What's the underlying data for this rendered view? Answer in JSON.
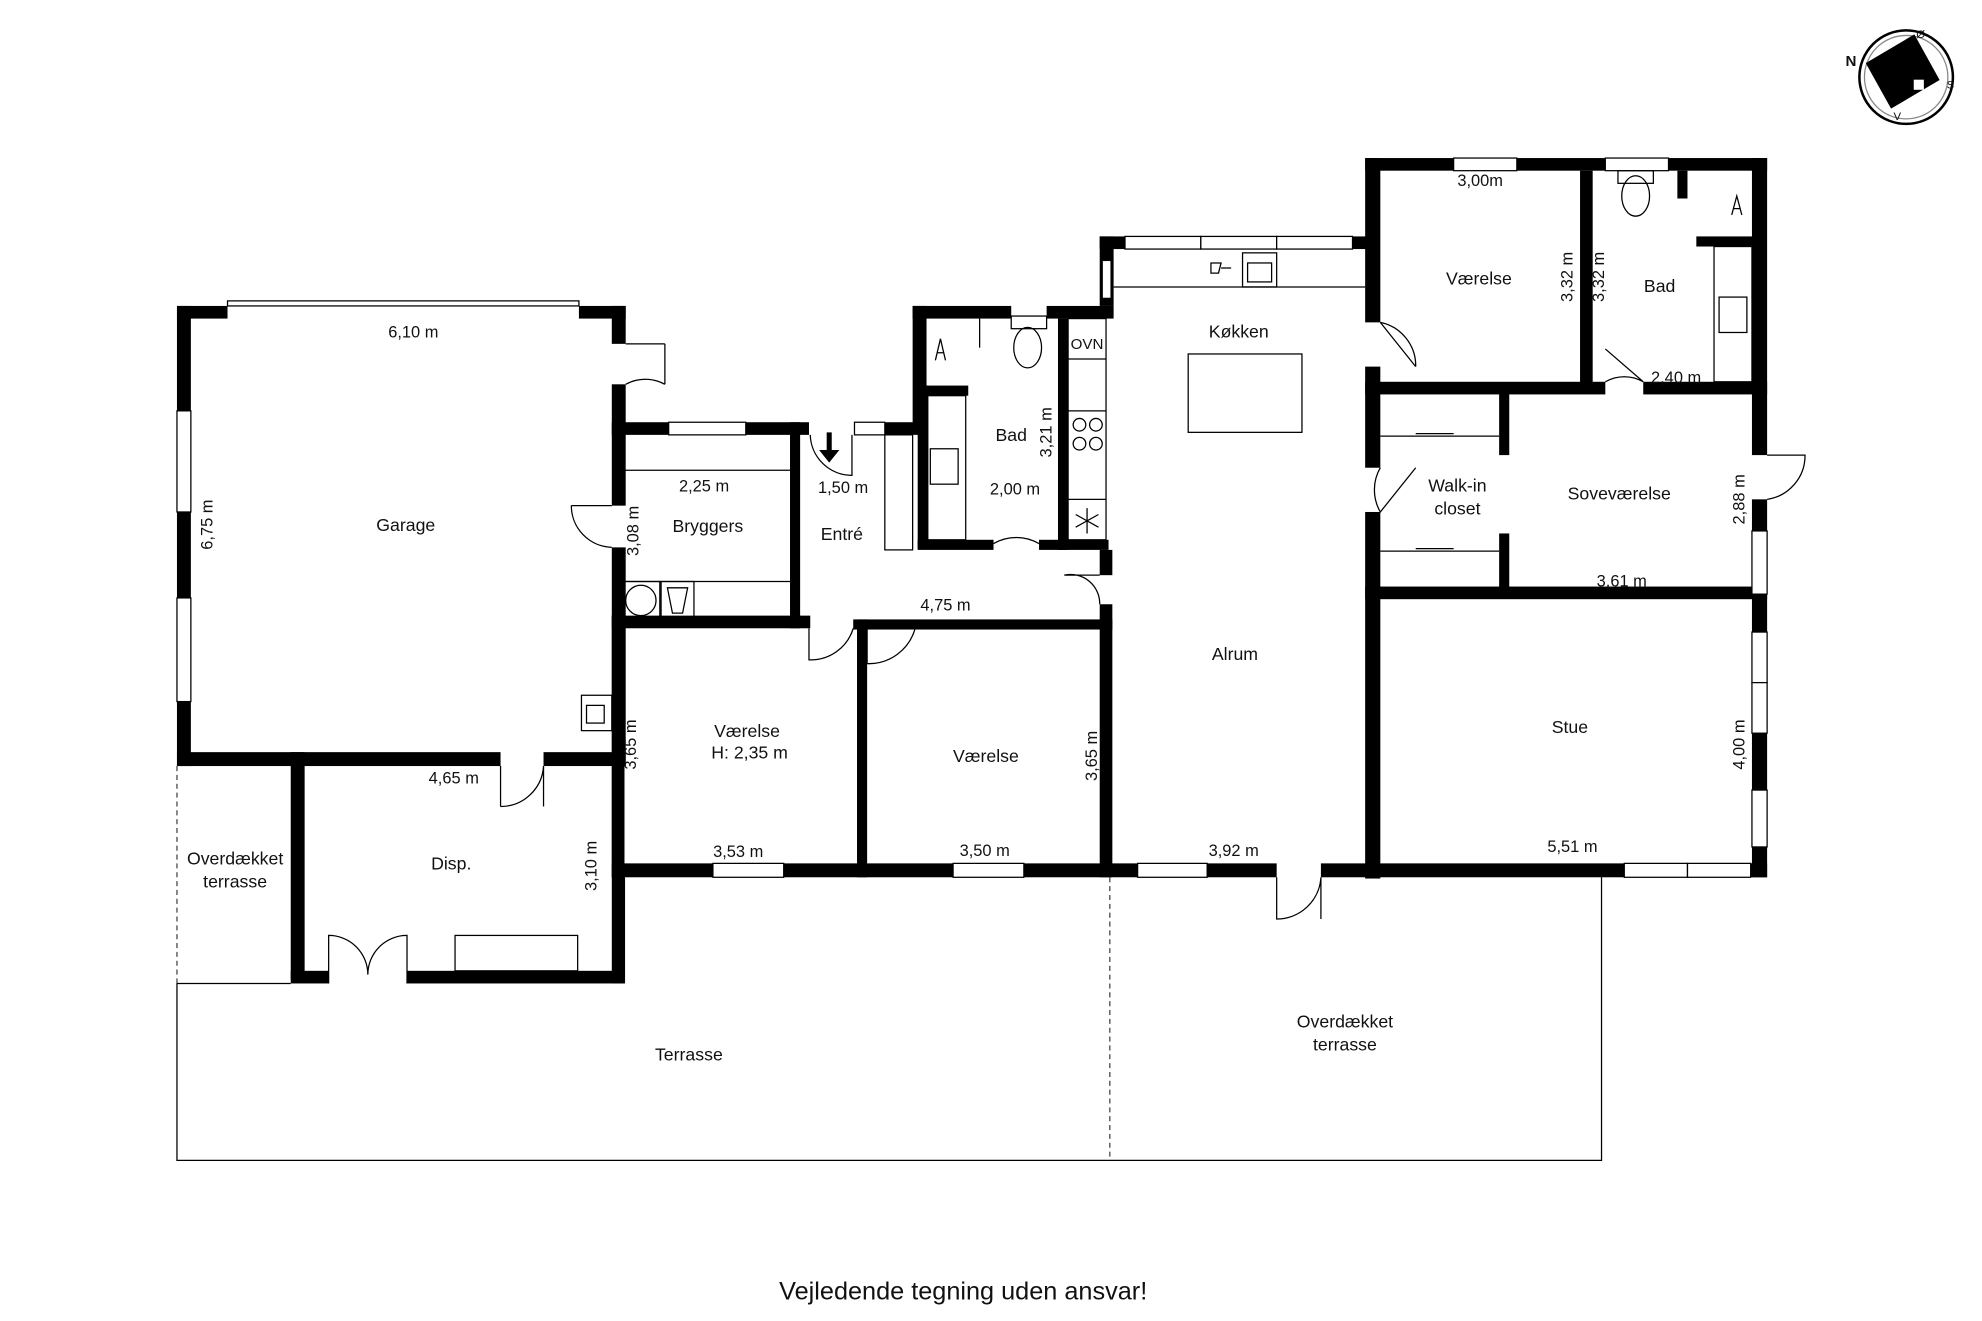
{
  "caption": "Vejledende tegning uden ansvar!",
  "compass": {
    "n": "N",
    "o": "Ø",
    "s": "S",
    "v": "V"
  },
  "rooms": {
    "garage": "Garage",
    "bryggers": "Bryggers",
    "entre": "Entré",
    "bad1": "Bad",
    "ovn": "OVN",
    "kokken": "Køkken",
    "alrum": "Alrum",
    "vaerelse_top": "Værelse",
    "bad2": "Bad",
    "walkin1": "Walk-in",
    "walkin2": "closet",
    "sovevaerelse": "Soveværelse",
    "stue": "Stue",
    "vaerelse_mid1": "Værelse",
    "vaerelse_mid1_h": "H: 2,35 m",
    "vaerelse_mid2": "Værelse",
    "overdaekket_left1": "Overdækket",
    "overdaekket_left2": "terrasse",
    "disp": "Disp.",
    "terrasse": "Terrasse",
    "overdaekket_right1": "Overdækket",
    "overdaekket_right2": "terrasse"
  },
  "dims": {
    "garage_w": "6,10 m",
    "garage_h": "6,75 m",
    "bryggers_w": "2,25 m",
    "bryggers_h": "3,08 m",
    "entre_w": "1,50 m",
    "bad1_w": "2,00 m",
    "bad1_h": "3,21 m",
    "hall_w": "4,75 m",
    "vaerelse_top_w": "3,00m",
    "vaerelse_top_h": "3,32 m",
    "bad2_h": "3,32 m",
    "bad2_w": "2,40 m",
    "sove_h": "2,88 m",
    "sove_w": "3,61 m",
    "stue_h": "4,00 m",
    "stue_w": "5,51 m",
    "v1_h": "3,65 m",
    "v1_w": "3,53 m",
    "v2_w": "3,50 m",
    "v2_h": "3,65 m",
    "alrum_w": "3,92 m",
    "disp_w": "4,65 m",
    "disp_h": "3,10 m"
  }
}
